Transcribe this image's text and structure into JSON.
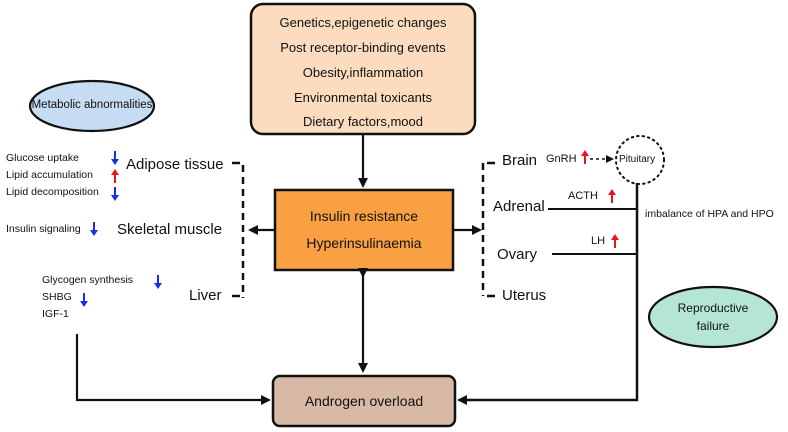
{
  "causes_box": {
    "lines": [
      "Genetics,epigenetic changes",
      "Post receptor-binding events",
      "Obesity,inflammation",
      "Environmental toxicants",
      "Dietary factors,mood"
    ],
    "fill": "#fbdcbf"
  },
  "central_box": {
    "line1": "Insulin resistance",
    "line2": "Hyperinsulinaemia",
    "fill": "#f9a142"
  },
  "androgen_box": {
    "label": "Androgen overload",
    "fill": "#d7b9a6"
  },
  "metabolic_ellipse": {
    "label": "Metabolic abnormalities",
    "fill": "#c5dcf2"
  },
  "reproductive_ellipse": {
    "line1": "Reproductive",
    "line2": "failure",
    "fill": "#b5e6d3"
  },
  "left_organs": {
    "adipose": "Adipose tissue",
    "skeletal": "Skeletal muscle",
    "liver": "Liver"
  },
  "left_effects": [
    {
      "label": "Glucose uptake",
      "direction": "down"
    },
    {
      "label": "Lipid accumulation",
      "direction": "up"
    },
    {
      "label": "Lipid decomposition",
      "direction": "down"
    },
    {
      "label": "Insulin signaling",
      "direction": "down"
    },
    {
      "label": "Glycogen synthesis",
      "direction": "down"
    },
    {
      "label": "SHBG",
      "direction": "down"
    },
    {
      "label": "IGF-1",
      "direction": "none"
    }
  ],
  "right_organs": {
    "brain": "Brain",
    "adrenal": "Adrenal",
    "ovary": "Ovary",
    "uterus": "Uterus"
  },
  "hormones": {
    "gnrh": "GnRH",
    "acth": "ACTH",
    "lh": "LH",
    "pituitary": "Pituitary"
  },
  "imbalance_label": "imbalance of HPA and HPO",
  "colors": {
    "up_arrow": "#e8161b",
    "down_arrow": "#1a2ee8",
    "line": "#111111"
  }
}
